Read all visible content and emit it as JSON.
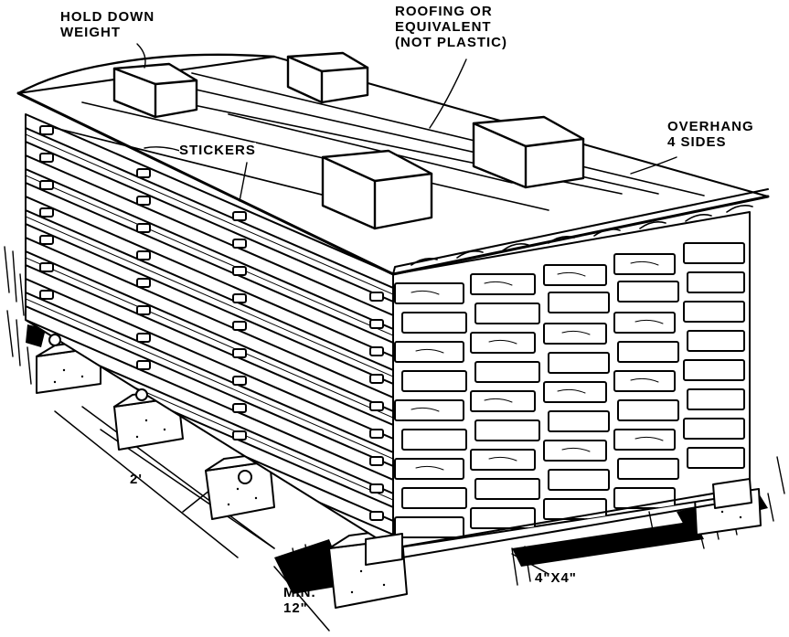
{
  "labels": {
    "hold_down_weight": [
      "HOLD DOWN",
      "WEIGHT"
    ],
    "roofing": [
      "ROOFING OR",
      "EQUIVALENT",
      "(NOT PLASTIC)"
    ],
    "overhang": [
      "OVERHANG",
      "4 SIDES"
    ],
    "stickers": "STICKERS",
    "spacing": "2'",
    "min_clearance": [
      "MIN.",
      "12\""
    ],
    "sill": "4\"X4\""
  },
  "colors": {
    "ink": "#000000",
    "paper": "#ffffff"
  }
}
